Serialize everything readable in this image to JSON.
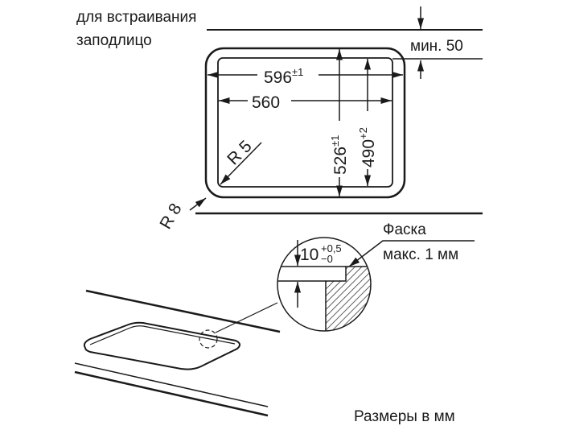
{
  "labels": {
    "flush_line1": "для встраивания",
    "flush_line2": "заподлицо",
    "min_gap": "мин. 50",
    "width_outer": "596",
    "width_outer_tol": "±1",
    "width_inner": "560",
    "depth_outer": "526",
    "depth_outer_tol": "±1",
    "depth_inner": "490",
    "depth_inner_tol": "+2",
    "radius_inner": "R 5",
    "radius_outer": "R 8",
    "recess_depth": "10",
    "recess_tol_plus": "+0,5",
    "recess_tol_minus": "−0",
    "chamfer_title": "Фаска",
    "chamfer_max": "макс. 1 мм",
    "units_note": "Размеры в мм"
  },
  "colors": {
    "ink": "#1a1a1a",
    "background": "#ffffff"
  }
}
